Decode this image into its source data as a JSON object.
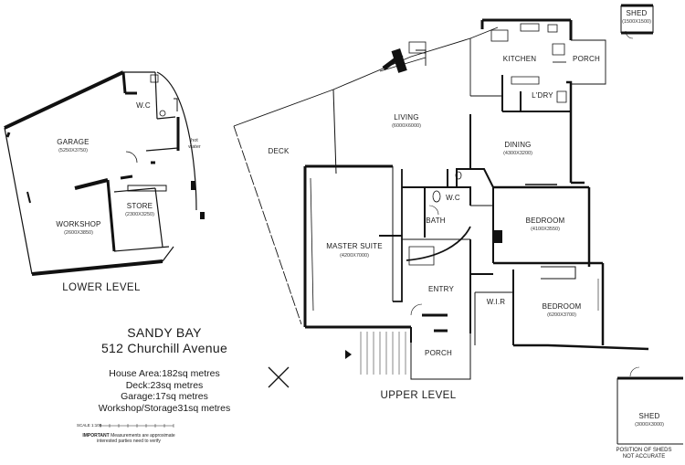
{
  "property": {
    "suburb": "SANDY BAY",
    "address": "512 Churchill Avenue"
  },
  "areas": {
    "house": "House Area:182sq metres",
    "deck": "Deck:23sq metres",
    "garage": "Garage:17sq metres",
    "workshop": "Workshop/Storage31sq metres"
  },
  "levels": {
    "lower": "LOWER LEVEL",
    "upper": "UPPER LEVEL"
  },
  "rooms": {
    "garage": {
      "name": "GARAGE",
      "dims": "(5250X3750)"
    },
    "wc_lower": {
      "name": "W.C"
    },
    "hot_water_1": {
      "name": "hot"
    },
    "hot_water_2": {
      "name": "water"
    },
    "workshop": {
      "name": "WORKSHOP",
      "dims": "(2600X3850)"
    },
    "store": {
      "name": "STORE",
      "dims": "(2300X3250)"
    },
    "deck": {
      "name": "DECK"
    },
    "living": {
      "name": "LIVING",
      "dims": "(6000X6000)"
    },
    "kitchen": {
      "name": "KITCHEN"
    },
    "porch_top": {
      "name": "PORCH"
    },
    "laundry": {
      "name": "L'DRY"
    },
    "dining": {
      "name": "DINING",
      "dims": "(4300X3200)"
    },
    "wc_upper": {
      "name": "W.C"
    },
    "bath": {
      "name": "BATH"
    },
    "bedroom1": {
      "name": "BEDROOM",
      "dims": "(4100X3550)"
    },
    "master": {
      "name": "MASTER SUITE",
      "dims": "(4200X7000)"
    },
    "entry": {
      "name": "ENTRY"
    },
    "wir": {
      "name": "W.I.R"
    },
    "bedroom2": {
      "name": "BEDROOM",
      "dims": "(6200X3700)"
    },
    "porch_bottom": {
      "name": "PORCH"
    },
    "shed_small": {
      "name": "SHED",
      "dims": "(1500X1500)"
    },
    "shed_large": {
      "name": "SHED",
      "dims": "(3000X3000)"
    }
  },
  "scale": "SCALE 1:100",
  "disclaimer": {
    "bold": "IMPORTANT",
    "line1": " Measurements are approximate",
    "line2": "interested parties need to verify"
  },
  "shed_note": {
    "line1": "POSITION OF SHEDS",
    "line2": "NOT ACCURATE"
  }
}
